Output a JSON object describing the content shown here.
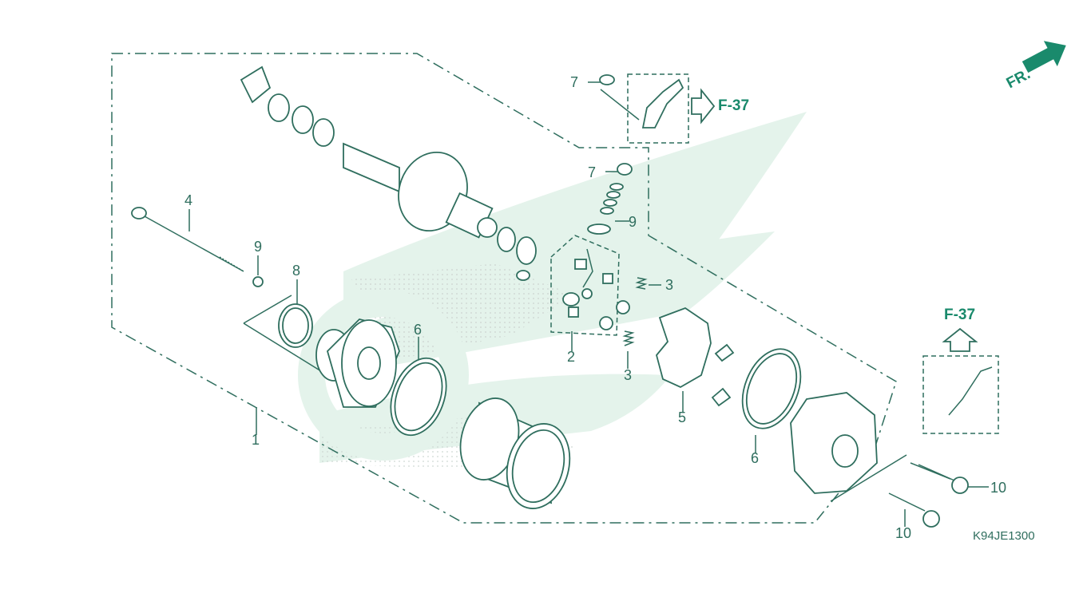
{
  "diagram": {
    "callouts": {
      "c1": "1",
      "c2": "2",
      "c3a": "3",
      "c3b": "3",
      "c4": "4",
      "c5": "5",
      "c6a": "6",
      "c6b": "6",
      "c7a": "7",
      "c7b": "7",
      "c8": "8",
      "c9a": "9",
      "c9b": "9",
      "c10a": "10",
      "c10b": "10"
    },
    "refs": {
      "top": "F-37",
      "right": "F-37"
    },
    "front_label": "FR.",
    "diagram_code": "K94JE1300"
  },
  "colors": {
    "line": "#2f6e5e",
    "accent": "#1a8a6c",
    "watermark": "#e2f2ea"
  },
  "icons": [
    "front-arrow-icon",
    "reference-arrow-icon"
  ]
}
